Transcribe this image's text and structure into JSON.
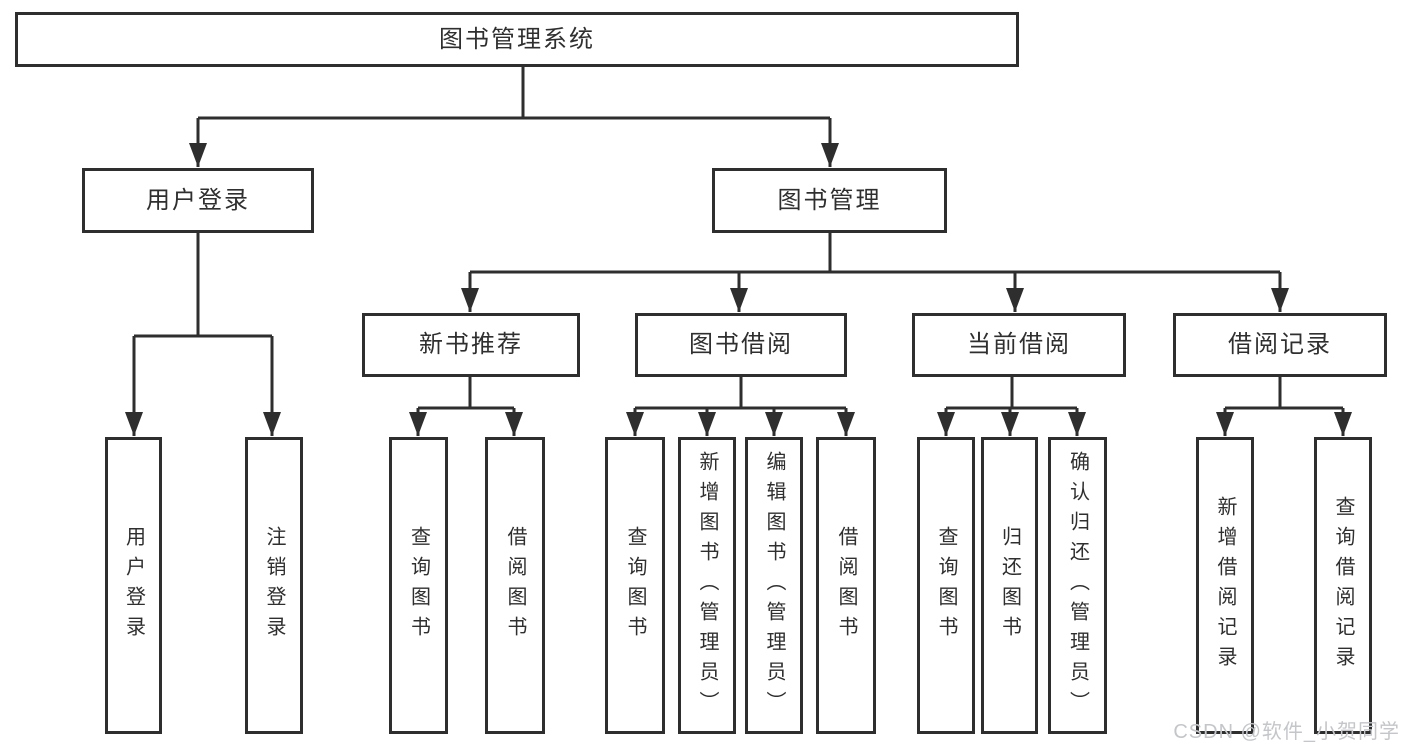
{
  "nodes": {
    "root": {
      "label": "图书管理系统"
    },
    "user_login": {
      "label": "用户登录"
    },
    "book_mgmt": {
      "label": "图书管理"
    },
    "new_book_rec": {
      "label": "新书推荐"
    },
    "book_borrow": {
      "label": "图书借阅"
    },
    "current_borrow": {
      "label": "当前借阅"
    },
    "borrow_records": {
      "label": "借阅记录"
    },
    "leaf_user_login": {
      "label": "用户登录"
    },
    "leaf_logout": {
      "label": "注销登录"
    },
    "leaf_query_book_rec": {
      "label": "查询图书"
    },
    "leaf_borrow_book_rec": {
      "label": "借阅图书"
    },
    "leaf_query_book_borrow": {
      "label": "查询图书"
    },
    "leaf_add_book": {
      "label": "新增图书（管理员）"
    },
    "leaf_edit_book": {
      "label": "编辑图书（管理员）"
    },
    "leaf_borrow_book": {
      "label": "借阅图书"
    },
    "leaf_query_book_current": {
      "label": "查询图书"
    },
    "leaf_return_book": {
      "label": "归还图书"
    },
    "leaf_confirm_return": {
      "label": "确认归还（管理员）"
    },
    "leaf_add_borrow_record": {
      "label": "新增借阅记录"
    },
    "leaf_query_borrow_record": {
      "label": "查询借阅记录"
    }
  },
  "watermark": {
    "text": "CSDN @软件_小贺同学"
  },
  "colors": {
    "line": "#2e2e2e",
    "border": "#2e2e2e",
    "fill": "#ffffff",
    "text": "#2f2f2f",
    "watermark": "#c4c6c9",
    "background": "#ffffff"
  }
}
